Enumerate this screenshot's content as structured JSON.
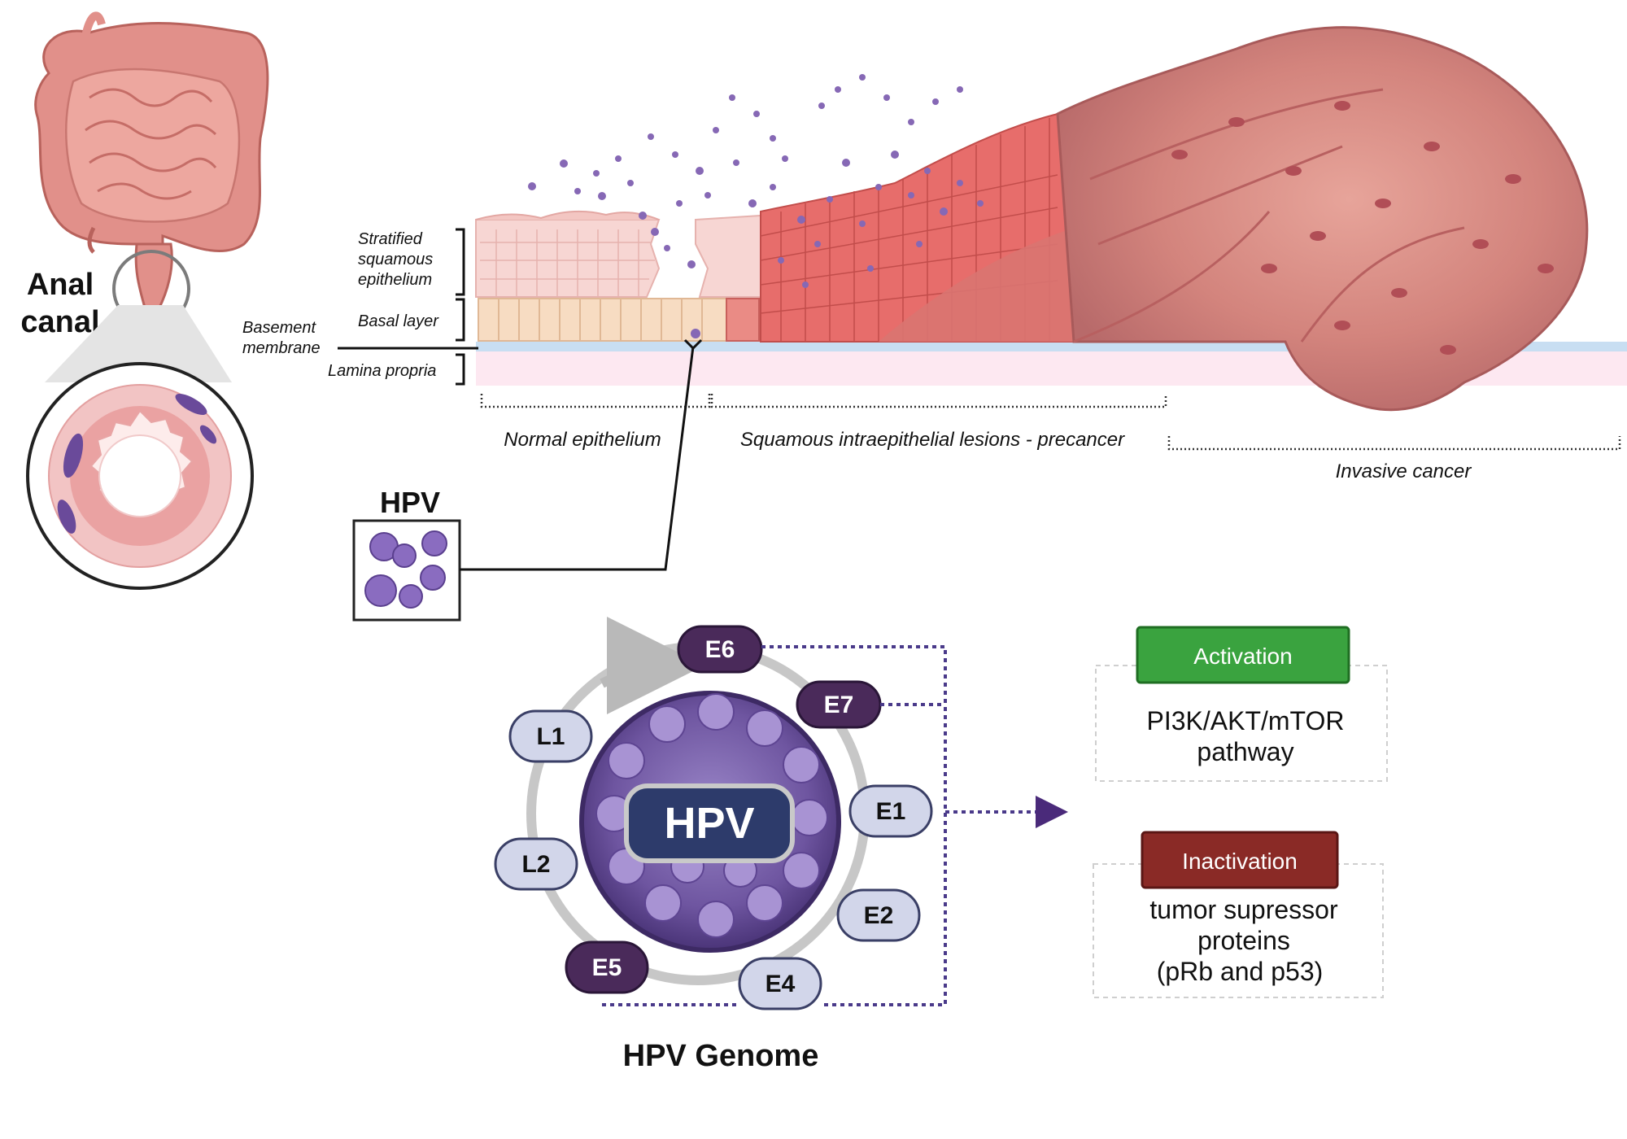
{
  "anatomy": {
    "title_line1": "Anal",
    "title_line2": "canal"
  },
  "epithelium_labels": {
    "stratified_line1": "Stratified",
    "stratified_line2": "squamous",
    "stratified_line3": "epithelium",
    "basal_layer": "Basal layer",
    "basement_line1": "Basement",
    "basement_line2": "membrane",
    "lamina_propria": "Lamina propria"
  },
  "stages": {
    "normal": "Normal epithelium",
    "precancer": "Squamous intraepithelial lesions - precancer",
    "invasive": "Invasive cancer"
  },
  "hpv_box": {
    "label": "HPV"
  },
  "genome": {
    "center_label": "HPV",
    "caption": "HPV Genome",
    "genes": {
      "E6": "E6",
      "E7": "E7",
      "E1": "E1",
      "E2": "E2",
      "E4": "E4",
      "E5": "E5",
      "L1": "L1",
      "L2": "L2"
    }
  },
  "effects": {
    "activation": {
      "badge": "Activation",
      "line1": "PI3K/AKT/mTOR",
      "line2": "pathway"
    },
    "inactivation": {
      "badge": "Inactivation",
      "line1": "tumor supressor",
      "line2": "proteins",
      "line3": "(pRb and p53)"
    }
  },
  "colors": {
    "oncogene_dark": "#4a2a5a",
    "gene_light": "#d2d6ea",
    "activation_green": "#3aa33f",
    "inactivation_red": "#8a2a26",
    "dotted_purple": "#4a3a8a",
    "normal_tissue": "#f6dcc4",
    "lesion_red": "#e06a6a",
    "cancer_pink": "#c97a78"
  }
}
